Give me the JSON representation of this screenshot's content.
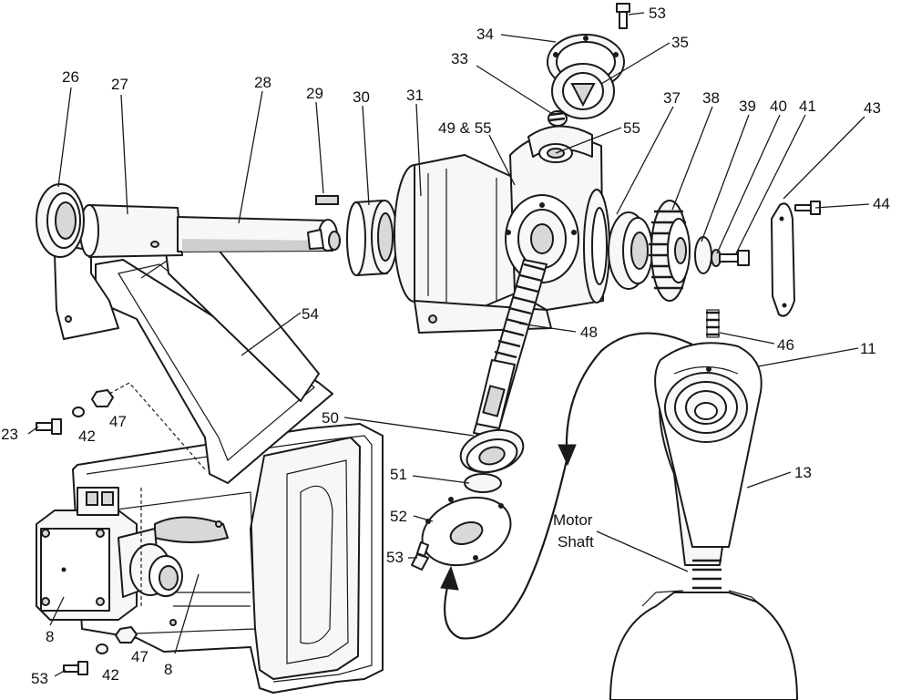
{
  "colors": {
    "ink": "#1a1a1a",
    "paper": "#ffffff",
    "shade": "#cfcfcf"
  },
  "callouts": {
    "c26": "26",
    "c27": "27",
    "c28": "28",
    "c29": "29",
    "c30": "30",
    "c31": "31",
    "c33": "33",
    "c34": "34",
    "c35": "35",
    "c53_top": "53",
    "c49_55": "49 & 55",
    "c55": "55",
    "c37": "37",
    "c38": "38",
    "c39": "39",
    "c40": "40",
    "c41": "41",
    "c43": "43",
    "c44": "44",
    "c54": "54",
    "c48": "48",
    "c46": "46",
    "c11": "11",
    "c23": "23",
    "c42_a": "42",
    "c47_a": "47",
    "c50": "50",
    "c51": "51",
    "c52": "52",
    "c53_mid": "53",
    "c13": "13",
    "c8_left": "8",
    "c8_right": "8",
    "c53_bot": "53",
    "c42_b": "42",
    "c47_b": "47"
  },
  "motor_shaft_label": {
    "line1": "Motor",
    "line2": "Shaft"
  }
}
